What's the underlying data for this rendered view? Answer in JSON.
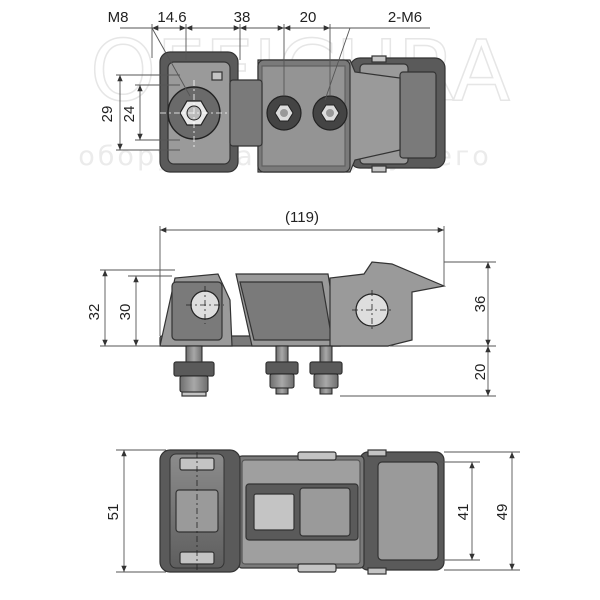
{
  "watermark": {
    "brand": "OFFICURA",
    "tagline": "оборудования будущего"
  },
  "top_view": {
    "dims": {
      "m8": "M8",
      "w14_6": "14.6",
      "w38": "38",
      "w20": "20",
      "m6": "2-M6",
      "h29": "29",
      "h24": "24"
    }
  },
  "side_view": {
    "dims": {
      "overall": "(119)",
      "h32": "32",
      "h30": "30",
      "h36": "36",
      "h20": "20"
    }
  },
  "bottom_view": {
    "dims": {
      "h51": "51",
      "h41": "41",
      "h49": "49"
    }
  },
  "colors": {
    "body_dark": "#5a5a5a",
    "body_mid": "#7a7a7a",
    "body_light": "#9a9a9a",
    "dimension_line": "#555555"
  }
}
